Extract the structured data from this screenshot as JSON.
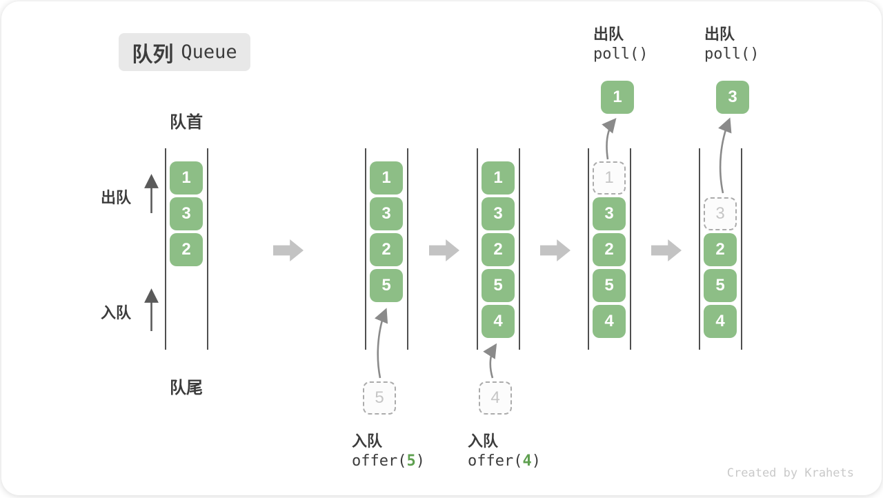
{
  "title": {
    "zh": "队列",
    "en": "Queue"
  },
  "labels": {
    "front": "队首",
    "rear": "队尾",
    "dequeue": "出队",
    "enqueue": "入队"
  },
  "operations": {
    "enqueue5": {
      "label": "入队",
      "fn": "offer(",
      "arg": "5",
      "close": ")"
    },
    "enqueue4": {
      "label": "入队",
      "fn": "offer(",
      "arg": "4",
      "close": ")"
    },
    "poll_first": {
      "label": "出队",
      "code": "poll()",
      "popped": "1"
    },
    "poll_second": {
      "label": "出队",
      "code": "poll()",
      "popped": "3"
    }
  },
  "states": [
    {
      "name": "initial",
      "slots": [
        "1",
        "3",
        "2"
      ]
    },
    {
      "name": "after-offer-5",
      "slots": [
        "1",
        "3",
        "2",
        "5"
      ],
      "incoming": "5"
    },
    {
      "name": "after-offer-4",
      "slots": [
        "1",
        "3",
        "2",
        "5",
        "4"
      ],
      "incoming": "4"
    },
    {
      "name": "polling-1",
      "dashed": "1",
      "slots": [
        "3",
        "2",
        "5",
        "4"
      ]
    },
    {
      "name": "polling-3",
      "dashed": "3",
      "slots": [
        "2",
        "5",
        "4"
      ]
    }
  ],
  "watermark": "Created by Krahets",
  "colors": {
    "box_green": "#8dbe86",
    "code_arg_green": "#5fa050",
    "block_arrow_gray": "#c3c3c3",
    "curved_arrow_gray": "#8a8a8a",
    "side_arrow_gray": "#5a5a5a",
    "rail_gray": "#4f4f4f",
    "dashed_border": "#ababab",
    "badge_bg": "#e8e8e8",
    "text": "#3c3c3c",
    "watermark_gray": "#c9c9c9"
  }
}
